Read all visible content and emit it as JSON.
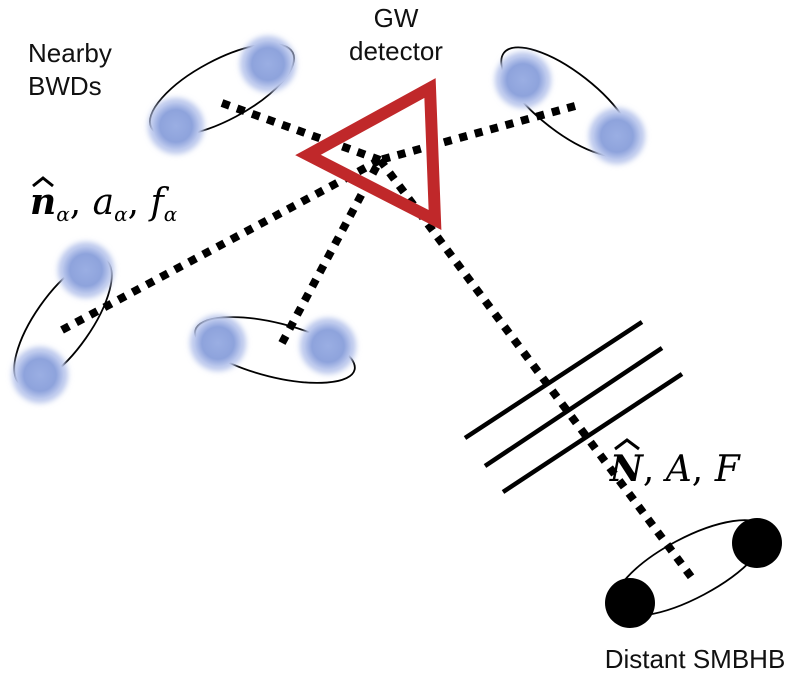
{
  "labels": {
    "detector_line1": "GW",
    "detector_line2": "detector",
    "bwd_line1": "Nearby",
    "bwd_line2": "BWDs",
    "smbhb": "Distant SMBHB"
  },
  "bwd_params": {
    "symbol_n": "n",
    "sub": "α",
    "symbol_a": "a",
    "symbol_f": "f",
    "sep": ", "
  },
  "smbhb_params": {
    "symbol_N": "N",
    "symbol_A": "A",
    "symbol_F": "F",
    "sep": ", "
  },
  "colors": {
    "detector": "#c0282a",
    "bwd_fill": "#8ea3dc",
    "bwd_glow": "#b9c6ec",
    "smbhb_fill": "#000000"
  }
}
